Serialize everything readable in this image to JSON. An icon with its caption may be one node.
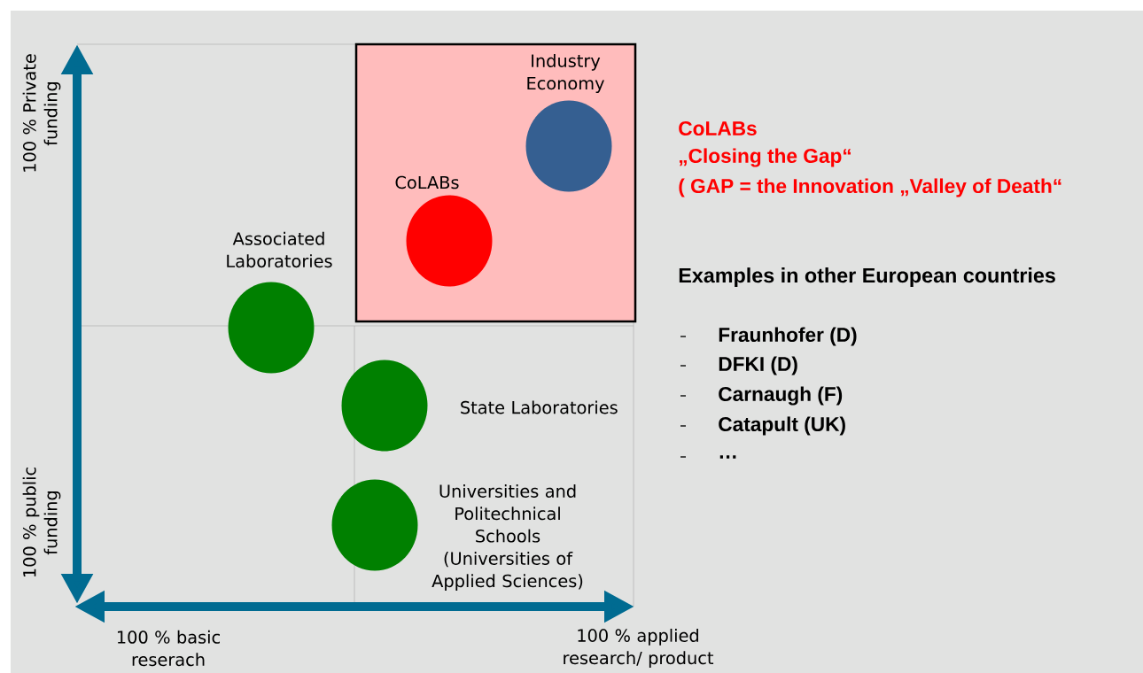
{
  "diagram": {
    "nodes": [
      {
        "text": [],
        "shape": "box"
      },
      {
        "text": [],
        "shape": "circle",
        "beside": [
          "Industry Economy"
        ],
        "in": 0
      },
      {
        "text": [],
        "shape": "circle",
        "beside": [
          "CoLABs"
        ],
        "in": 0
      },
      {
        "text": [],
        "shape": "circle",
        "beside": [
          "Associated Laboratories"
        ]
      },
      {
        "text": [],
        "shape": "circle",
        "beside": [
          "State Laboratories"
        ]
      },
      {
        "text": [],
        "shape": "circle",
        "beside": [
          "Universities and Politechnical Schools (Universities of Applied Sciences)"
        ]
      }
    ],
    "labels": [
      "100 % Private funding",
      "100 % public funding",
      "100 % basic reserach",
      "100 % applied research/ product",
      "CoLABs",
      "„Closing the Gap“",
      "( GAP = the Innovation „Valley of Death“",
      "Examples in other European countries",
      "Fraunhofer (D)",
      "DFKI (D)",
      "Carnaugh (F)",
      "Catapult (UK)",
      "…"
    ]
  }
}
